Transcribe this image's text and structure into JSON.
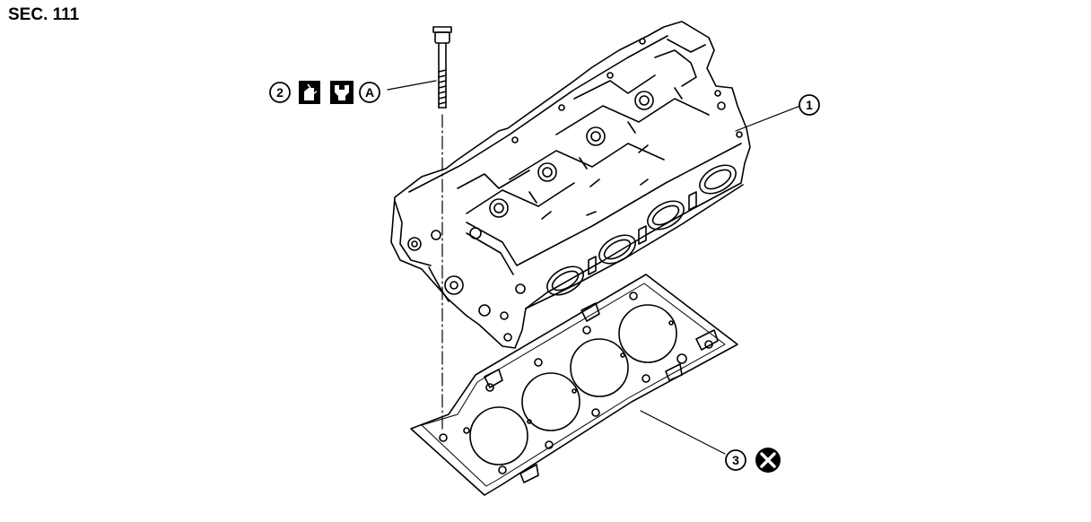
{
  "section_label": "SEC. 111",
  "callouts": [
    {
      "id": "callout-1",
      "label": "1",
      "part": "cylinder head"
    },
    {
      "id": "callout-2",
      "label": "2",
      "part": "cylinder head bolt"
    },
    {
      "id": "callout-3",
      "label": "3",
      "part": "cylinder head gasket"
    }
  ],
  "bolt_symbols": [
    "oil-can-icon",
    "torque-wrench-icon",
    "reference-letter-A"
  ],
  "reference_letter": "A",
  "gasket_symbol": "do-not-reuse-icon",
  "colors": {
    "ink": "#000000",
    "paper": "#ffffff"
  }
}
